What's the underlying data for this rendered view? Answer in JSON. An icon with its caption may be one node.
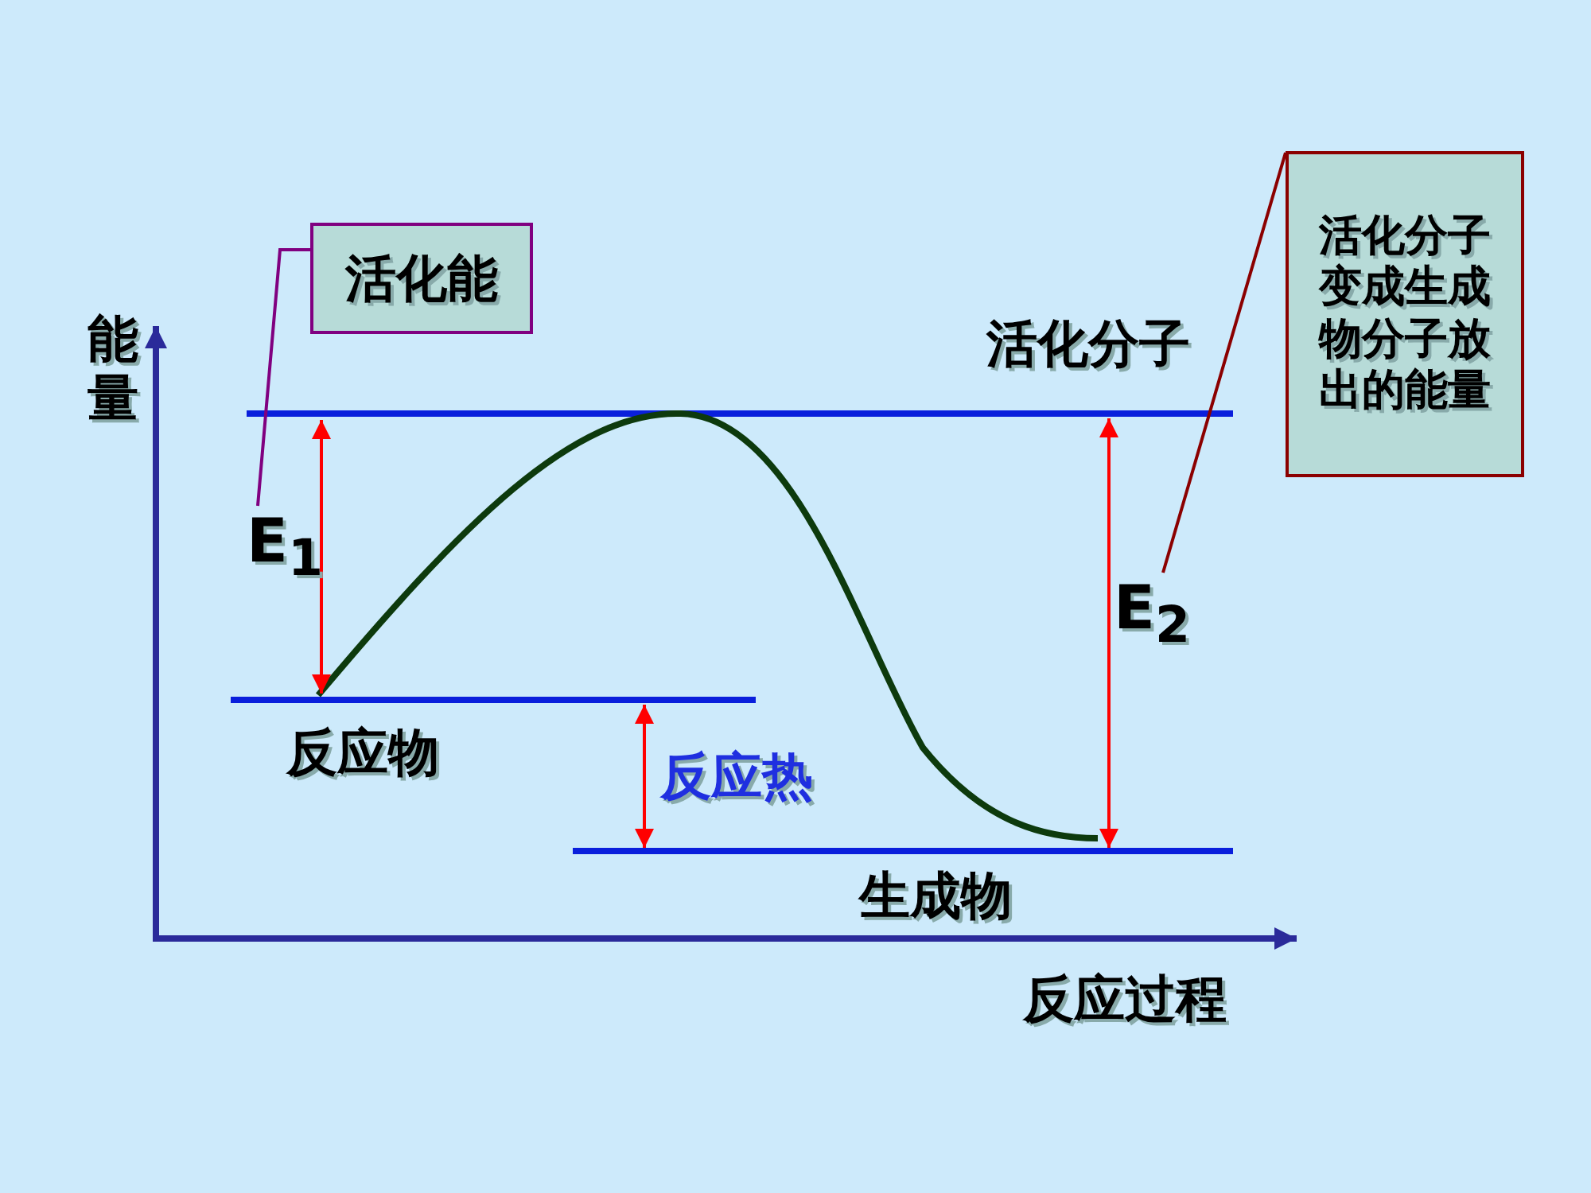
{
  "diagram": {
    "nodes": [
      {
        "text": [
          "活化能"
        ]
      },
      {
        "text": [
          "活化分子变成生成物分子放出的能量"
        ]
      },
      {
        "text": [
          "E$_{1}$"
        ]
      },
      {
        "text": [
          "E$_{2}$"
        ]
      }
    ],
    "edges": [
      {
        "from": 0,
        "to": 2,
        "arrow": "none",
        "color": "#800080"
      },
      {
        "from": 1,
        "to": 3,
        "arrow": "none",
        "color": "#8b0000"
      }
    ],
    "labels": [
      "能量",
      "活化分子",
      "反应物",
      "反应热",
      "生成物",
      "反应过程"
    ]
  }
}
